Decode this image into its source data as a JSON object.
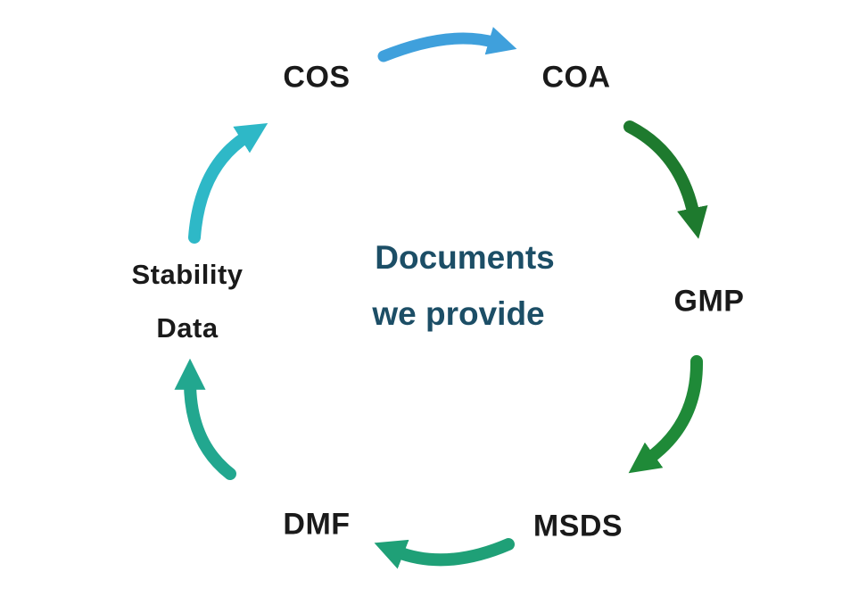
{
  "diagram": {
    "title_center": {
      "line1": "Documents",
      "line2": "we provide",
      "color": "#1c4e66"
    },
    "nodes": [
      {
        "id": "cos",
        "label": "COS"
      },
      {
        "id": "coa",
        "label": "COA"
      },
      {
        "id": "gmp",
        "label": "GMP"
      },
      {
        "id": "msds",
        "label": "MSDS"
      },
      {
        "id": "dmf",
        "label": "DMF"
      },
      {
        "id": "stability-data",
        "label_line1": "Stability",
        "label_line2": "Data"
      }
    ],
    "arrows": [
      {
        "name": "cos-to-coa",
        "color": "#3fa0dc"
      },
      {
        "name": "coa-to-gmp",
        "color": "#1e7a2e"
      },
      {
        "name": "gmp-to-msds",
        "color": "#1f8a38"
      },
      {
        "name": "msds-to-dmf",
        "color": "#1fa077"
      },
      {
        "name": "dmf-to-stability",
        "color": "#22a78f"
      },
      {
        "name": "stability-to-cos",
        "color": "#2eb8c7"
      }
    ],
    "background": "#ffffff",
    "text_color": "#1a1a1a"
  }
}
